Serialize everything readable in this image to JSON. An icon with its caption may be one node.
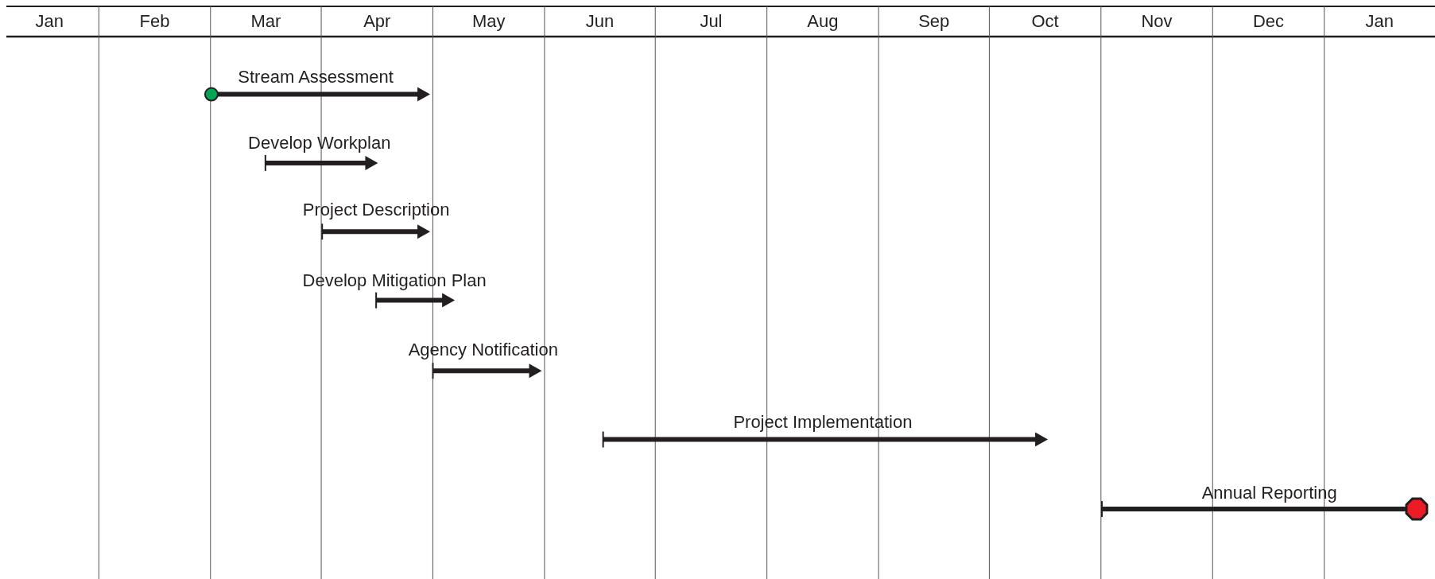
{
  "diagram": {
    "labels": [
      "Jan",
      "Feb",
      "Mar",
      "Apr",
      "May",
      "Jun",
      "Jul",
      "Aug",
      "Sep",
      "Oct",
      "Nov",
      "Dec",
      "Jan",
      "Stream Assessment",
      "Develop Workplan",
      "Project Description",
      "Develop Mitigation Plan",
      "Agency Notification",
      "Project Implementation",
      "Annual Reporting"
    ]
  }
}
